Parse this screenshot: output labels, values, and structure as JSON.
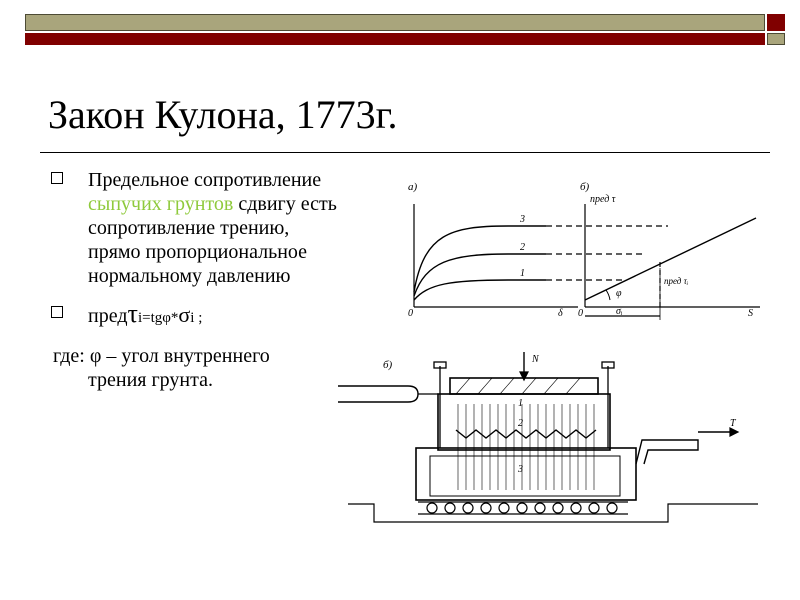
{
  "slide": {
    "title": "Закон Кулона, 1773г.",
    "bullet1": {
      "part1": "Предельное сопротивление ",
      "highlight": "сыпучих грунтов",
      "part2": " сдвигу есть сопротивление трению, прямо пропорциональное нормальному давлению"
    },
    "formula": {
      "prefix": "пред",
      "tau": "τ",
      "sub_i": "i",
      "middle": "=tgφ*",
      "sigma": "σ",
      "end": "i ;"
    },
    "where": {
      "line1": "где: φ – угол внутреннего",
      "line2": "трения грунта."
    }
  },
  "figure": {
    "labels": {
      "panel_a": "а)",
      "panel_b": "б)",
      "panel_v": "б)",
      "pred_tau": "пред τ",
      "pred_tau_i": "пред τᵢ",
      "phi": "φ",
      "sigma_i": "σᵢ",
      "zero_a": "0",
      "zero_b": "0",
      "delta": "δ",
      "s": "S",
      "curve_1": "1",
      "curve_2": "2",
      "curve_3": "3",
      "part_1": "1",
      "part_2": "2",
      "part_3": "3",
      "N": "N",
      "T": "T"
    }
  },
  "colors": {
    "top_bar_olive": "#a9a57c",
    "top_bar_maroon": "#800000",
    "highlight_green": "#8fca3c"
  }
}
